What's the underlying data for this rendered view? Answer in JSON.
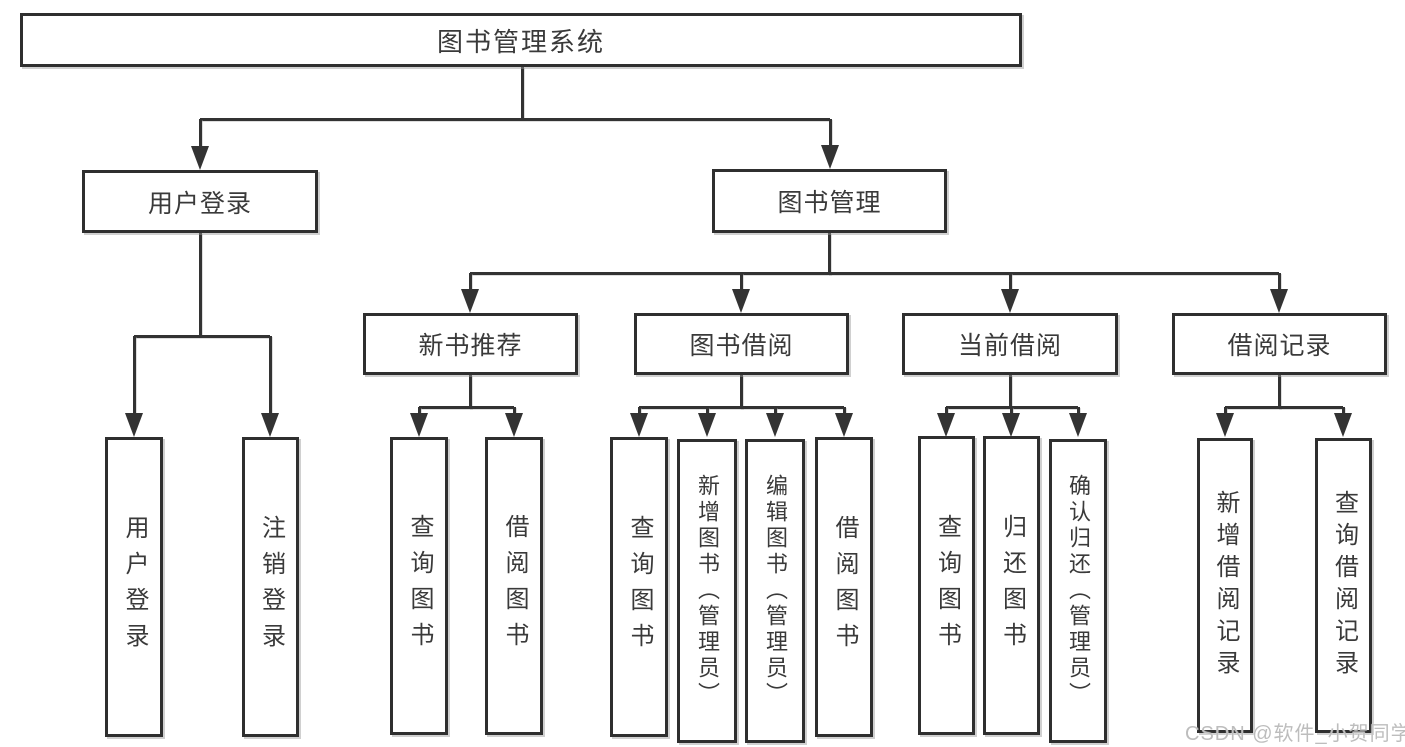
{
  "tree": {
    "root": "图书管理系统",
    "user_login": {
      "label": "用户登录",
      "children": {
        "login": "用户登录",
        "logout": "注销登录"
      }
    },
    "book_mgmt": {
      "label": "图书管理",
      "children": {
        "new_books": {
          "label": "新书推荐",
          "children": {
            "query": "查询图书",
            "borrow": "借阅图书"
          }
        },
        "book_borrow": {
          "label": "图书借阅",
          "children": {
            "query": "查询图书",
            "add": "新增图书（管理员）",
            "edit": "编辑图书（管理员）",
            "borrow": "借阅图书"
          }
        },
        "current_borrow": {
          "label": "当前借阅",
          "children": {
            "query": "查询图书",
            "return": "归还图书",
            "confirm": "确认归还（管理员）"
          }
        },
        "borrow_records": {
          "label": "借阅记录",
          "children": {
            "add": "新增借阅记录",
            "query": "查询借阅记录"
          }
        }
      }
    }
  },
  "watermark": "CSDN @软件_小贺同学"
}
